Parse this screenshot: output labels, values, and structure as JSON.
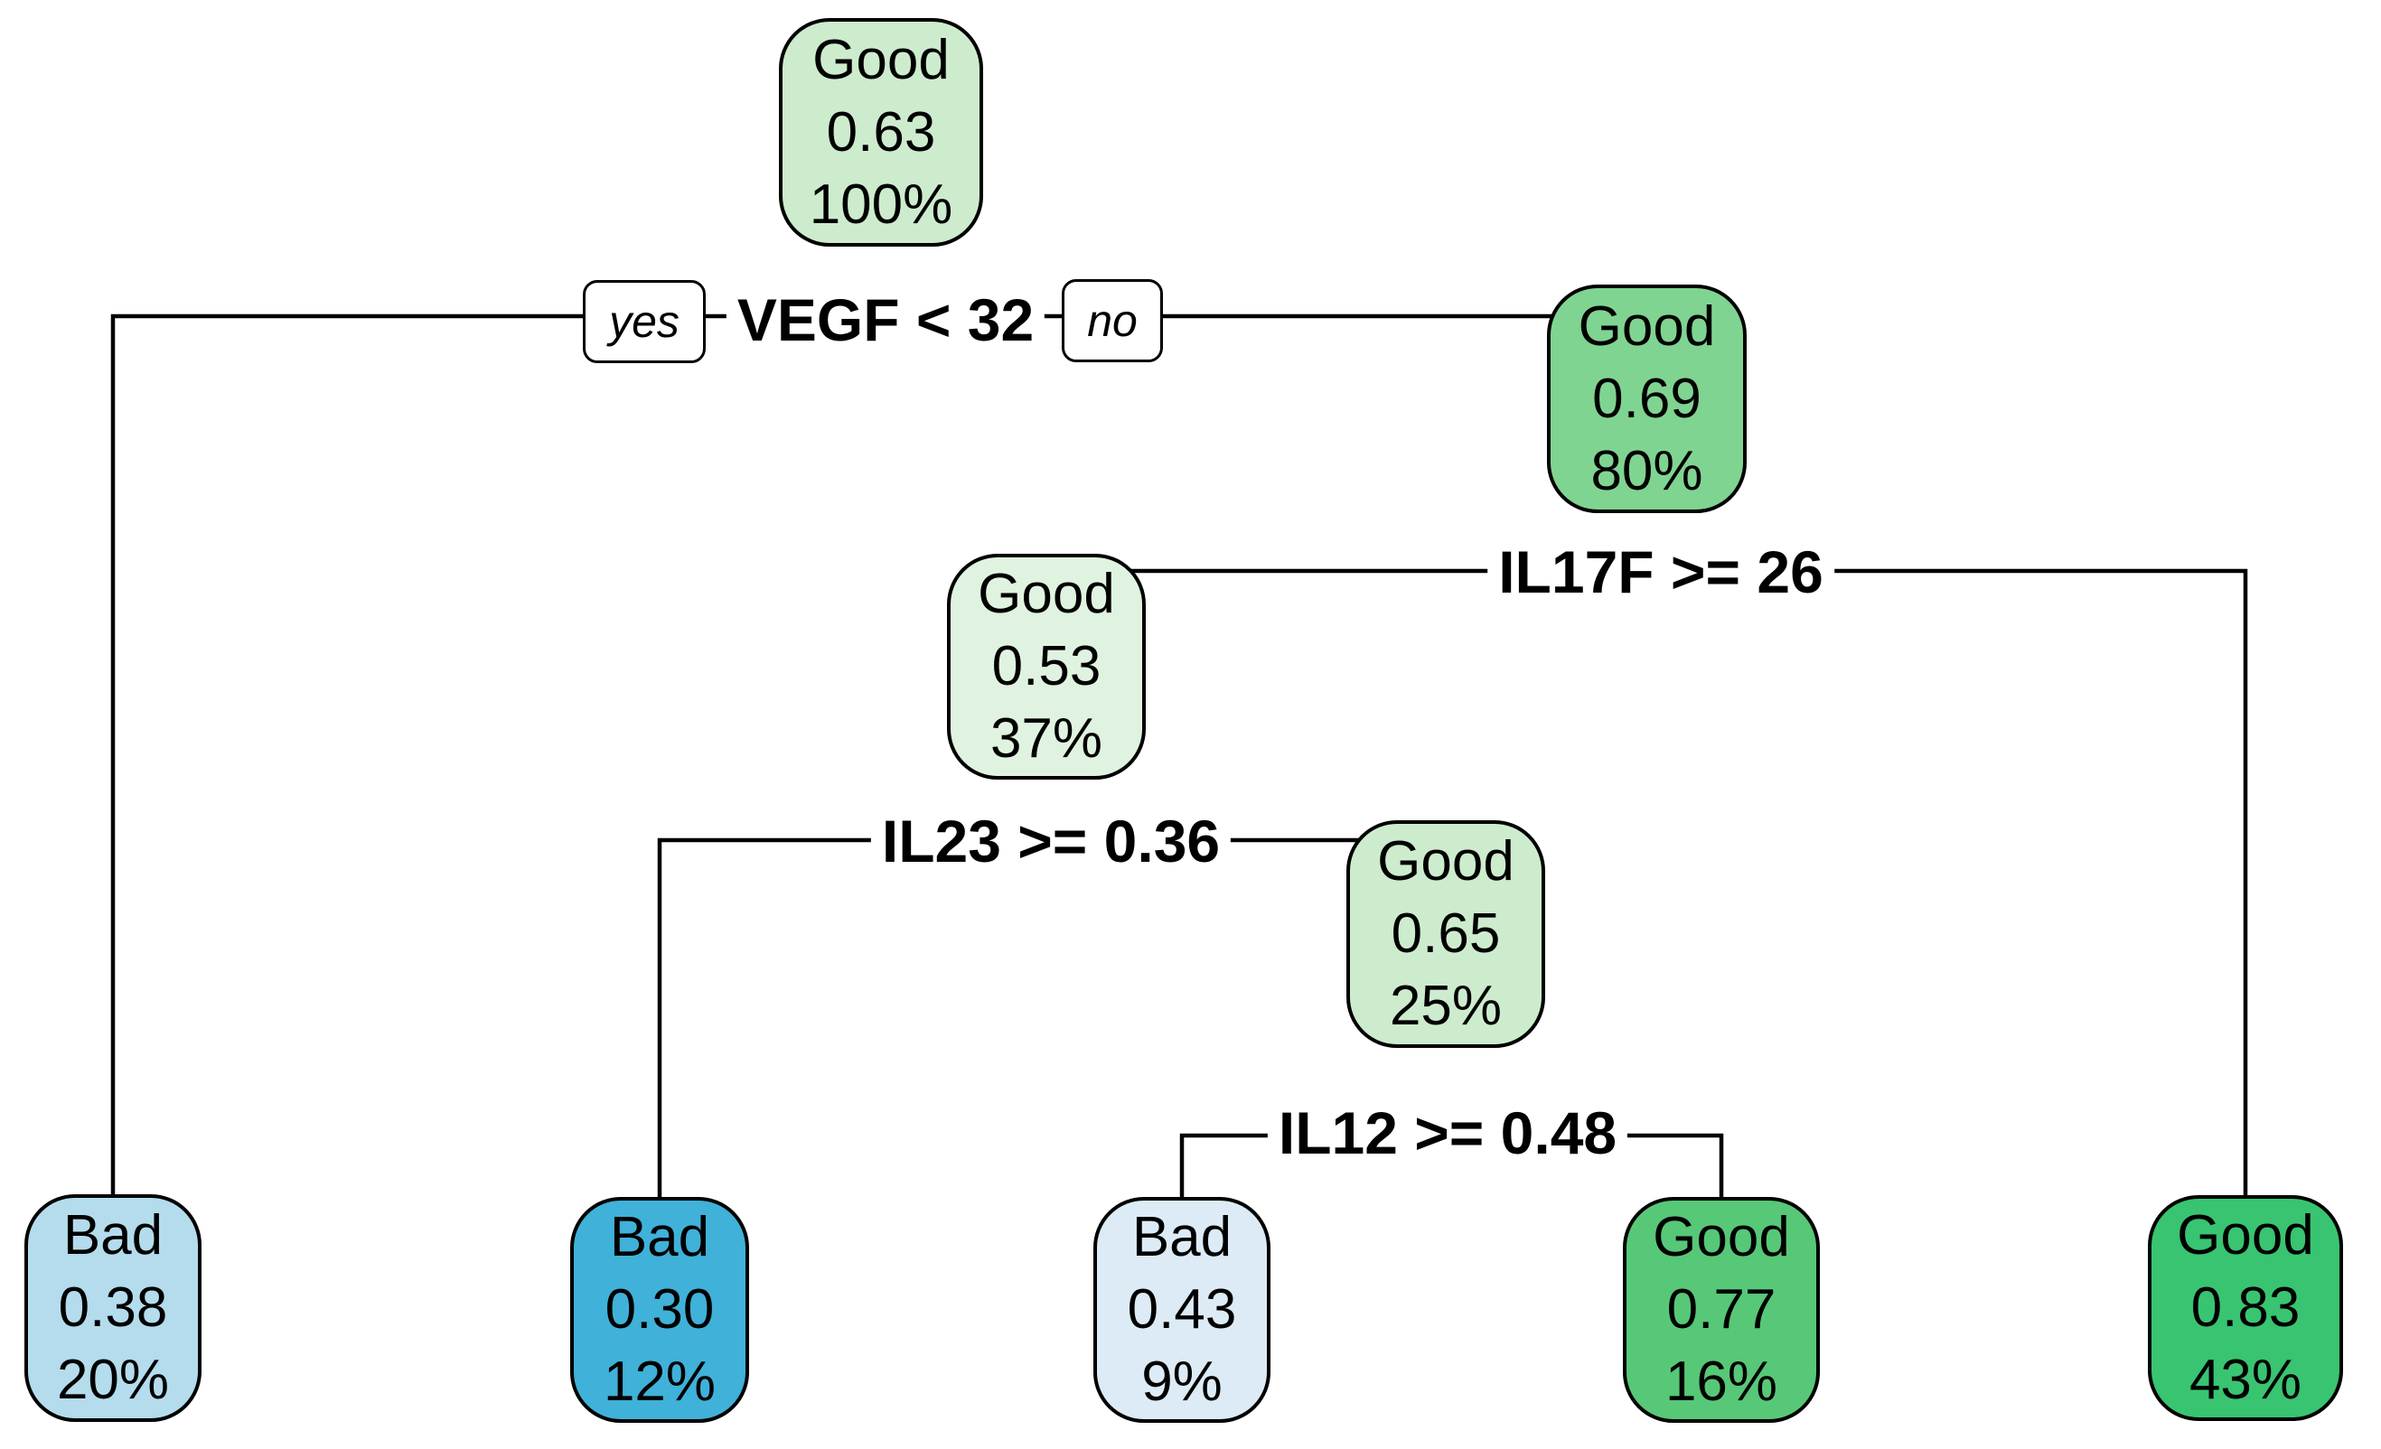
{
  "diagram": {
    "type": "decision-tree",
    "background_color": "#ffffff",
    "branch_color": "#000000",
    "text_color": "#000000",
    "node_border_color": "#000000",
    "edge_box_fill": "#ffffff",
    "edge_label_yes": "yes",
    "edge_label_no": "no",
    "nodes": [
      {
        "role": "root",
        "class": "Good",
        "probability": "0.63",
        "coverage": "100%",
        "fill": "#cdeccd"
      },
      {
        "role": "internal",
        "class": "Good",
        "probability": "0.69",
        "coverage": "80%",
        "fill": "#80d491"
      },
      {
        "role": "internal",
        "class": "Good",
        "probability": "0.53",
        "coverage": "37%",
        "fill": "#e0f3e0"
      },
      {
        "role": "internal",
        "class": "Good",
        "probability": "0.65",
        "coverage": "25%",
        "fill": "#cdeccd"
      },
      {
        "role": "leaf",
        "class": "Bad",
        "probability": "0.38",
        "coverage": "20%",
        "fill": "#b4dcec"
      },
      {
        "role": "leaf",
        "class": "Bad",
        "probability": "0.30",
        "coverage": "12%",
        "fill": "#40b1d9"
      },
      {
        "role": "leaf",
        "class": "Bad",
        "probability": "0.43",
        "coverage": "9%",
        "fill": "#dcebf5"
      },
      {
        "role": "leaf",
        "class": "Good",
        "probability": "0.77",
        "coverage": "16%",
        "fill": "#57c877"
      },
      {
        "role": "leaf",
        "class": "Good",
        "probability": "0.83",
        "coverage": "43%",
        "fill": "#39c471"
      }
    ],
    "splits": [
      {
        "condition": "VEGF < 32",
        "parent": "Good 0.63 100%",
        "yes_child": "Bad 0.38 20%",
        "no_child": "Good 0.69 80%"
      },
      {
        "condition": "IL17F >= 26",
        "parent": "Good 0.69 80%",
        "yes_child": "Good 0.53 37%",
        "no_child": "Good 0.83 43%"
      },
      {
        "condition": "IL23 >= 0.36",
        "parent": "Good 0.53 37%",
        "yes_child": "Bad 0.30 12%",
        "no_child": "Good 0.65 25%"
      },
      {
        "condition": "IL12 >= 0.48",
        "parent": "Good 0.65 25%",
        "yes_child": "Bad 0.43 9%",
        "no_child": "Good 0.77 16%"
      }
    ]
  }
}
